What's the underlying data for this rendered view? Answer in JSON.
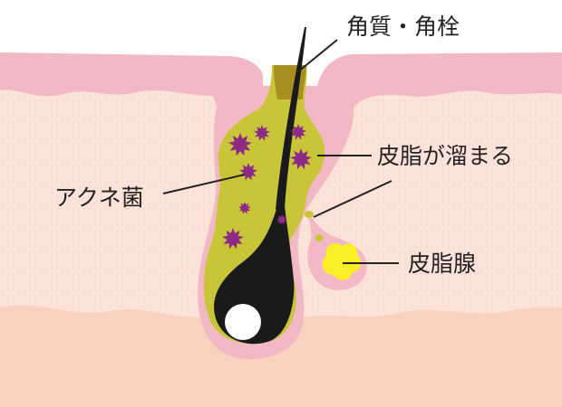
{
  "labels": {
    "keratin_plug": "角質・角栓",
    "sebum_accumulates": "皮脂が溜まる",
    "acne_bacteria": "アクネ菌",
    "sebaceous_gland": "皮脂腺"
  },
  "colors": {
    "background": "#ffffff",
    "epidermis": "#f2b8c6",
    "dermis": "#fce3d9",
    "subcutis": "#f8d2be",
    "sebum": "#c8c638",
    "sebum_dark": "#a88f1f",
    "gland": "#f9ef24",
    "bacteria": "#8c2a86",
    "hair": "#1a1a1a",
    "hair_bulb_core": "#ffffff",
    "leader_line": "#222222"
  },
  "icons": [
    "acne-bacteria-icon"
  ]
}
